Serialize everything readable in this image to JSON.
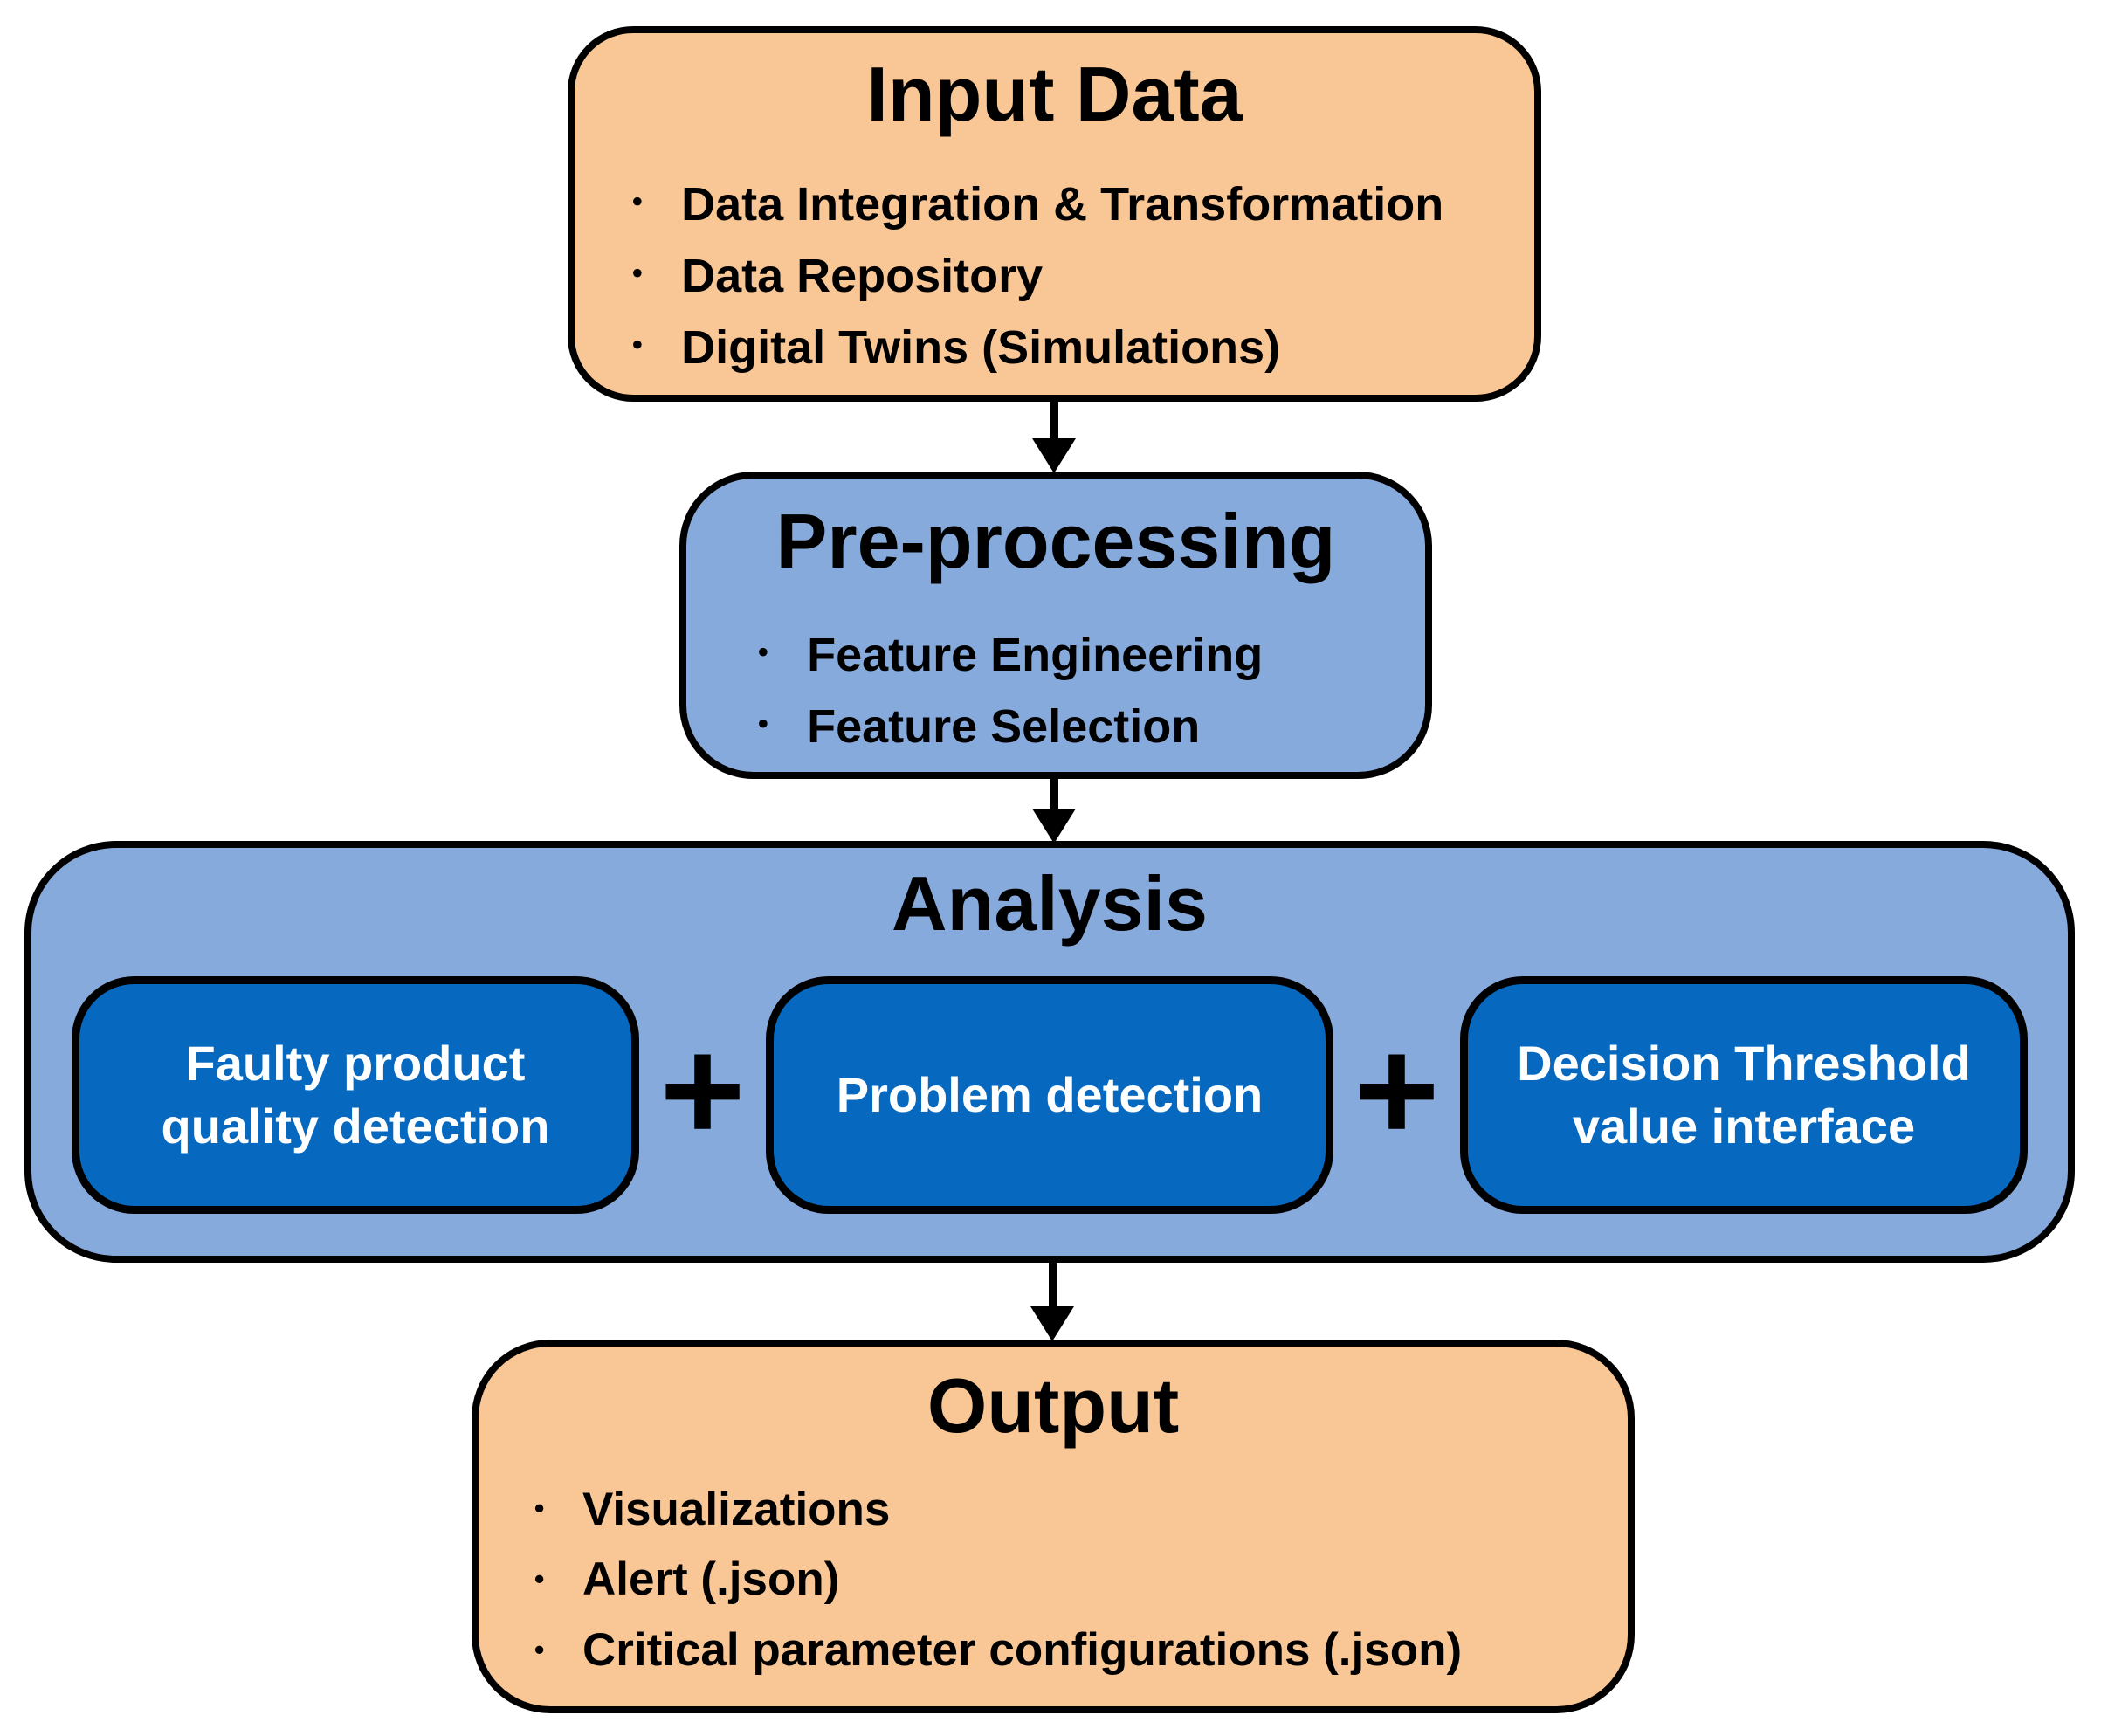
{
  "diagram": {
    "background": "#ffffff",
    "colors": {
      "stage_orange": "#F9C695",
      "stage_blue": "#87AADC",
      "module_blue": "#0668BE",
      "outline": "#000000",
      "text_dark": "#000000",
      "text_light": "#FFFFFF"
    },
    "nodes": {
      "input_data": {
        "title": "Input Data",
        "items": [
          "Data Integration & Transformation",
          "Data Repository",
          "Digital Twins (Simulations)"
        ]
      },
      "preprocessing": {
        "title": "Pre-processing",
        "items": [
          "Feature Engineering",
          "Feature Selection"
        ]
      },
      "analysis": {
        "title": "Analysis",
        "operator": "+",
        "modules": [
          "Faulty product quality detection",
          "Problem detection",
          "Decision Threshold value interface"
        ]
      },
      "output": {
        "title": "Output",
        "items": [
          "Visualizations",
          "Alert (.json)",
          "Critical parameter configurations (.json)"
        ]
      }
    }
  }
}
